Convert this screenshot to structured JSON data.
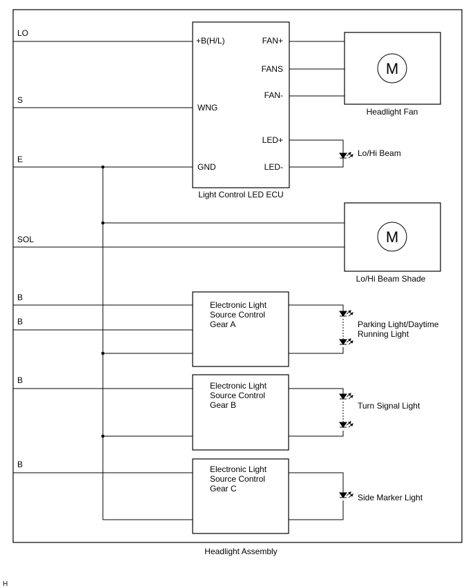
{
  "assembly_label": "Headlight Assembly",
  "corner_label": "H",
  "inputs": {
    "lo": "LO",
    "s": "S",
    "e": "E",
    "sol": "SOL",
    "b1": "B",
    "b2": "B",
    "b3": "B",
    "b4": "B"
  },
  "ecu": {
    "name": "Light Control LED ECU",
    "pins": {
      "b_hl": "+B(H/L)",
      "wng": "WNG",
      "gnd": "GND",
      "fan_plus": "FAN+",
      "fans": "FANS",
      "fan_minus": "FAN-",
      "led_plus": "LED+",
      "led_minus": "LED-"
    }
  },
  "motors": {
    "fan": {
      "symbol": "M",
      "label": "Headlight Fan"
    },
    "shade": {
      "symbol": "M",
      "label": "Lo/Hi Beam Shade"
    }
  },
  "gears": [
    {
      "lines": [
        "Electronic Light",
        "Source Control",
        "Gear A"
      ]
    },
    {
      "lines": [
        "Electronic Light",
        "Source Control",
        "Gear B"
      ]
    },
    {
      "lines": [
        "Electronic Light",
        "Source Control",
        "Gear C"
      ]
    }
  ],
  "lights": {
    "lohi": "Lo/Hi Beam",
    "parking_1": "Parking Light/Daytime",
    "parking_2": "Running Light",
    "turn": "Turn  Signal Light",
    "side": "Side Marker Light"
  }
}
